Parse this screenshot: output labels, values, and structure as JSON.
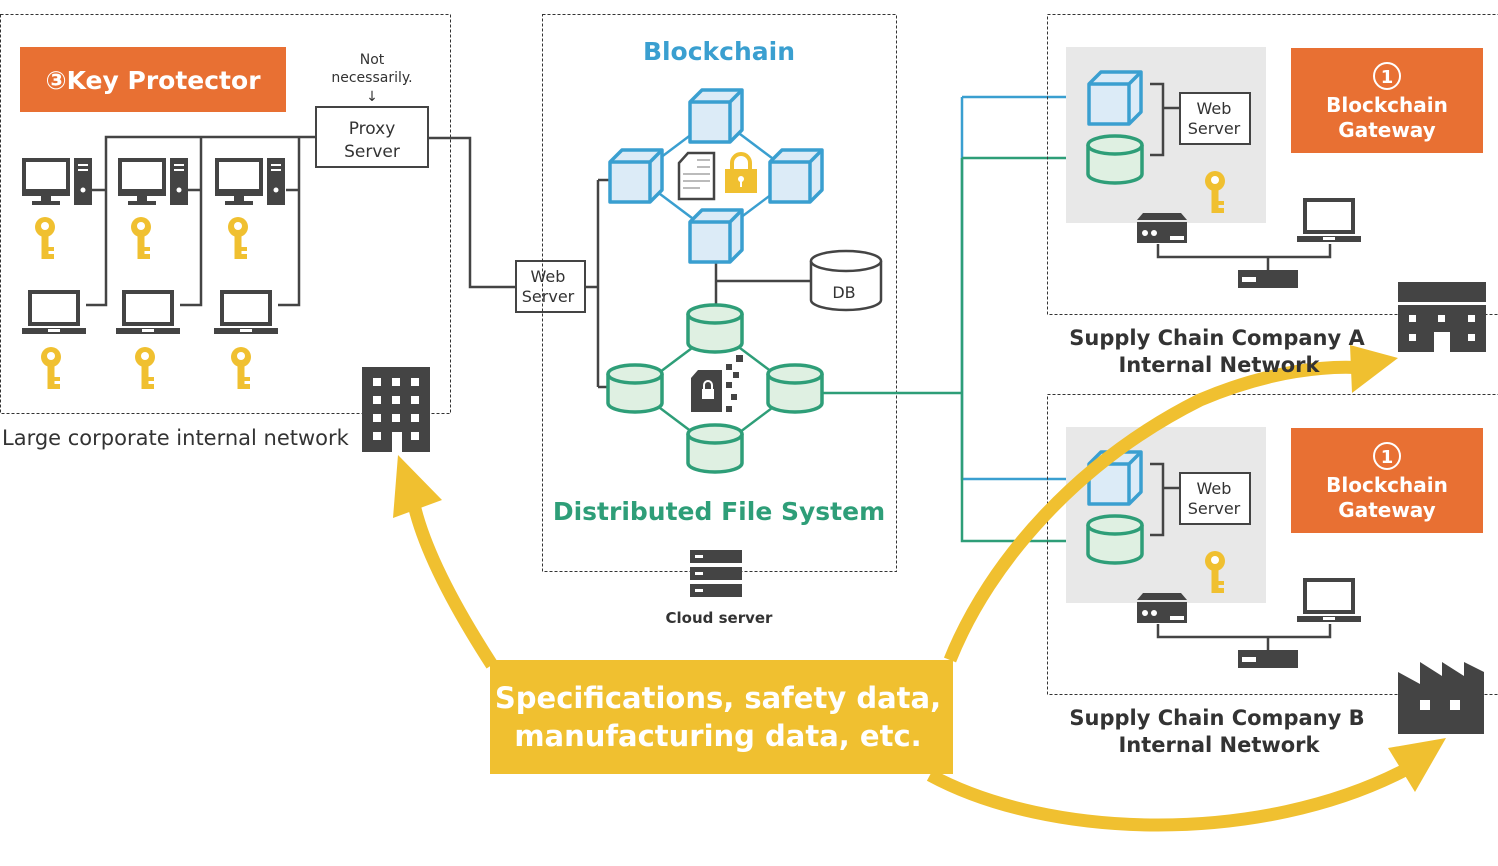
{
  "left_network": {
    "key_protector": "③Key Protector",
    "note_line1": "Not",
    "note_line2": "necessarily.",
    "note_arrow": "↓",
    "proxy_line1": "Proxy",
    "proxy_line2": "Server",
    "label": "Large corporate internal network"
  },
  "web_server": {
    "line1": "Web",
    "line2": "Server"
  },
  "cloud": {
    "blockchain_title": "Blockchain",
    "db_label": "DB",
    "dfs_title": "Distributed File System",
    "server_label": "Cloud server"
  },
  "company_a": {
    "gateway_num": "①",
    "gateway_line1": "Blockchain",
    "gateway_line2": "Gateway",
    "web_line1": "Web",
    "web_line2": "Server",
    "label_line1": "Supply Chain Company A",
    "label_line2": "Internal Network"
  },
  "company_b": {
    "gateway_num": "①",
    "gateway_line1": "Blockchain",
    "gateway_line2": "Gateway",
    "web_line1": "Web",
    "web_line2": "Server",
    "label_line1": "Supply Chain Company B",
    "label_line2": "Internal Network"
  },
  "callout": {
    "line1": "Specifications, safety data,",
    "line2": "manufacturing data, etc."
  },
  "colors": {
    "orange": "#e87033",
    "blue": "#3a9fd0",
    "green": "#2e9e78",
    "yellow": "#f0c030",
    "dark": "#444444"
  }
}
